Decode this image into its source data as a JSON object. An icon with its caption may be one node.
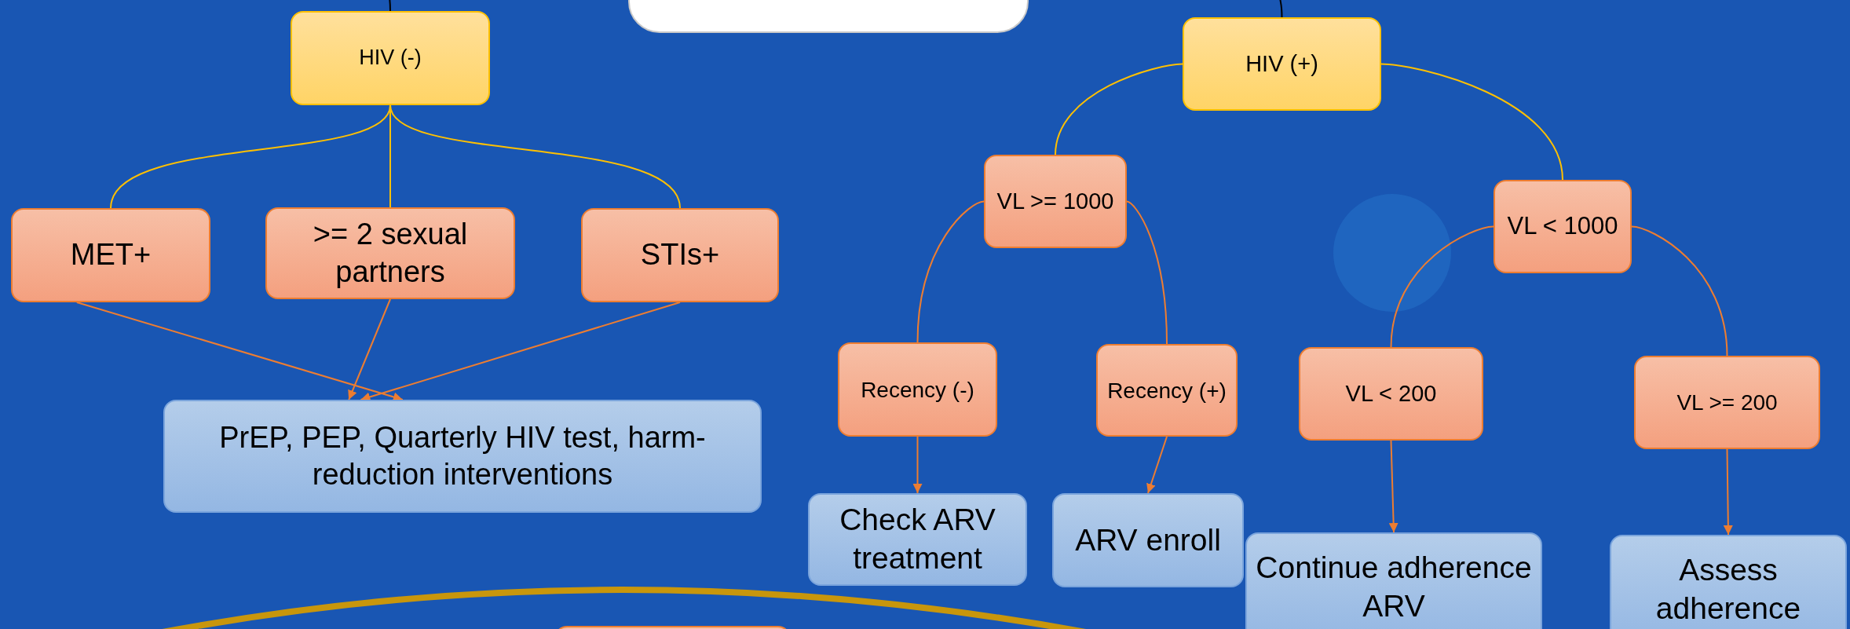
{
  "diagram": {
    "nodes": [
      {
        "text": [],
        "shape": "box"
      },
      {
        "text": [
          "HIV (-)"
        ]
      },
      {
        "text": [
          "HIV (+)"
        ]
      },
      {
        "text": [
          "MET+"
        ]
      },
      {
        "text": [
          ">= 2 sexual partners"
        ]
      },
      {
        "text": [
          "STIs+"
        ]
      },
      {
        "text": [
          "VL >= 1000"
        ]
      },
      {
        "text": [
          "VL < 1000"
        ]
      },
      {
        "text": [
          "PrEP, PEP, Quarterly HIV test, harm-reduction interventions"
        ]
      },
      {
        "text": [
          "Recency (-)"
        ]
      },
      {
        "text": [
          "Recency (+)"
        ]
      },
      {
        "text": [
          "VL < 200"
        ]
      },
      {
        "text": [
          "VL >= 200"
        ]
      },
      {
        "text": [
          "Check ARV treatment"
        ]
      },
      {
        "text": [
          "ARV enroll"
        ]
      },
      {
        "text": [
          "Continue adherence ARV"
        ]
      },
      {
        "text": [
          "Assess adherence"
        ]
      },
      {
        "text": [],
        "shape": "box"
      }
    ],
    "edges": [
      {
        "from": null,
        "to": 1,
        "arrow": "none",
        "color": "#000000"
      },
      {
        "from": null,
        "to": 2,
        "arrow": "none",
        "color": "#000000"
      },
      {
        "from": 1,
        "to": 3,
        "arrow": "none",
        "color": "#ffc000"
      },
      {
        "from": 1,
        "to": 4,
        "arrow": "none",
        "color": "#ffc000"
      },
      {
        "from": 1,
        "to": 5,
        "arrow": "none",
        "color": "#ffc000"
      },
      {
        "from": 2,
        "to": 6,
        "arrow": "none",
        "color": "#ffc000"
      },
      {
        "from": 2,
        "to": 7,
        "arrow": "none",
        "color": "#ffc000"
      },
      {
        "from": 6,
        "to": 9,
        "arrow": "none"
      },
      {
        "from": 6,
        "to": 10,
        "arrow": "none"
      },
      {
        "from": 7,
        "to": 11,
        "arrow": "none"
      },
      {
        "from": 7,
        "to": 12,
        "arrow": "none"
      },
      {
        "from": 3,
        "to": 8,
        "arrow": "to"
      },
      {
        "from": 4,
        "to": 8,
        "arrow": "to"
      },
      {
        "from": 5,
        "to": 8,
        "arrow": "to"
      },
      {
        "from": 9,
        "to": 13,
        "arrow": "to"
      },
      {
        "from": 10,
        "to": 14,
        "arrow": "to"
      },
      {
        "from": 11,
        "to": 15,
        "arrow": "to"
      },
      {
        "from": 12,
        "to": 16,
        "arrow": "to"
      }
    ]
  }
}
